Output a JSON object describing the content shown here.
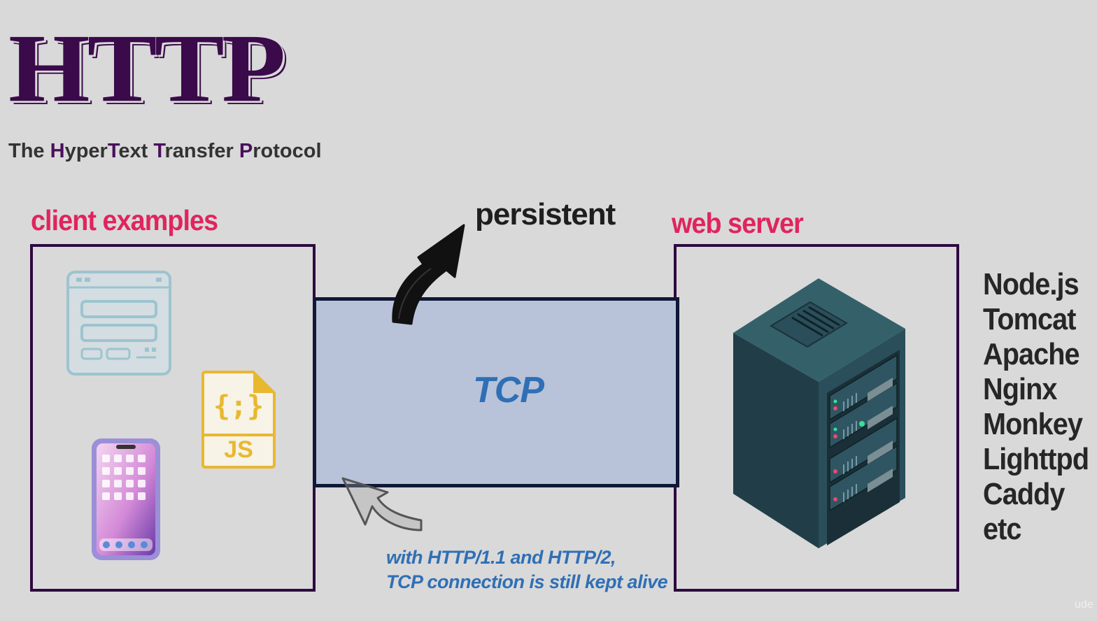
{
  "title": "HTTP",
  "subtitle": {
    "parts": [
      "The ",
      "H",
      "yper",
      "T",
      "ext ",
      "T",
      "ransfer ",
      "P",
      "rotocol"
    ]
  },
  "client": {
    "label": "client examples",
    "items": [
      {
        "name": "browser-window",
        "icon": "browser-window-icon"
      },
      {
        "name": "js-file",
        "icon": "js-file-icon",
        "text": "JS",
        "glyph": "{;}"
      },
      {
        "name": "smartphone",
        "icon": "smartphone-icon"
      }
    ]
  },
  "connection": {
    "label": "TCP",
    "annotation": "persistent",
    "note_lines": [
      "with HTTP/1.1  and HTTP/2,",
      "TCP connection is still kept alive"
    ]
  },
  "server": {
    "label": "web server",
    "icon": "server-rack-icon",
    "examples": [
      "Node.js",
      "Tomcat",
      "Apache",
      "Nginx",
      "Monkey",
      "Lighttpd",
      "Caddy",
      "etc"
    ]
  },
  "watermark": "ude",
  "colors": {
    "background": "#d9d9d9",
    "title": "#3a0a4a",
    "section_label": "#e0245e",
    "tcp_fill": "#b8c3d9",
    "tcp_text": "#2f6fb5",
    "frame": "#2e0a40"
  }
}
